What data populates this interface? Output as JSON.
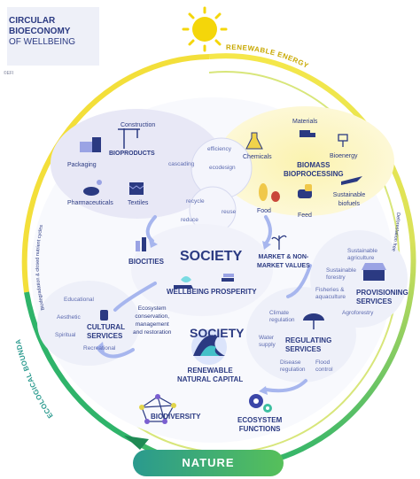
{
  "title": {
    "line1": "CIRCULAR",
    "line2": "BIOECONOMY",
    "line3": "OF WELLBEING"
  },
  "credit": "©EFI",
  "ring": {
    "renewable_energy": "RENEWABLE ENERGY",
    "ecological_boundaries": "ECOLOGICAL BOUNDARIES",
    "biodegradation": "Biodegradation & closed nutrient cycles",
    "deforestation_free": "Deforestation free",
    "nature": "NATURE"
  },
  "bioproducts": {
    "title": "BIOPRODUCTS",
    "items": [
      "Construction",
      "Packaging",
      "Pharmaceuticals",
      "Textiles"
    ]
  },
  "biomass": {
    "title1": "BIOMASS",
    "title2": "BIOPROCESSING",
    "items": [
      "Materials",
      "Chemicals",
      "Bioenergy",
      "Food",
      "Feed",
      "Sustainable biofuels"
    ]
  },
  "loop": {
    "efficiency": "efficiency",
    "cascading": "cascading",
    "ecodesign": "ecodesign",
    "recycle": "recycle",
    "reuse": "reuse",
    "reduce": "reduce"
  },
  "society": {
    "title": "SOCIETY",
    "biocities": "BIOCITIES",
    "market1": "MARKET & NON-",
    "market2": "MARKET VALUES",
    "wellbeing": "WELLBEING",
    "prosperity": "PROSPERITY"
  },
  "ecosystem_note": {
    "l1": "Ecosystem",
    "l2": "conservation,",
    "l3": "management",
    "l4": "and restoration"
  },
  "capital": {
    "title": "SOCIETY",
    "l1": "RENEWABLE",
    "l2": "NATURAL CAPITAL"
  },
  "cultural": {
    "t1": "CULTURAL",
    "t2": "SERVICES",
    "items": [
      "Educational",
      "Aesthetic",
      "Spiritual",
      "Recreational"
    ]
  },
  "provisioning": {
    "t1": "PROVISIONING",
    "t2": "SERVICES",
    "items": [
      "Sustainable agriculture",
      "Sustainable forestry",
      "Fisheries & aquaculture",
      "Agroforestry"
    ]
  },
  "regulating": {
    "t1": "REGULATING",
    "t2": "SERVICES",
    "items": [
      "Climate regulation",
      "Water supply",
      "Disease regulation",
      "Flood control"
    ]
  },
  "biodiversity": "BIODIVERSITY",
  "ecosystem_functions": {
    "l1": "ECOSYSTEM",
    "l2": "FUNCTIONS"
  },
  "colors": {
    "navy": "#2b3a82",
    "yellow": "#f3df3a",
    "teal": "#2a9a8e",
    "green": "#3fb86a",
    "lavender": "#e6e7f5"
  }
}
